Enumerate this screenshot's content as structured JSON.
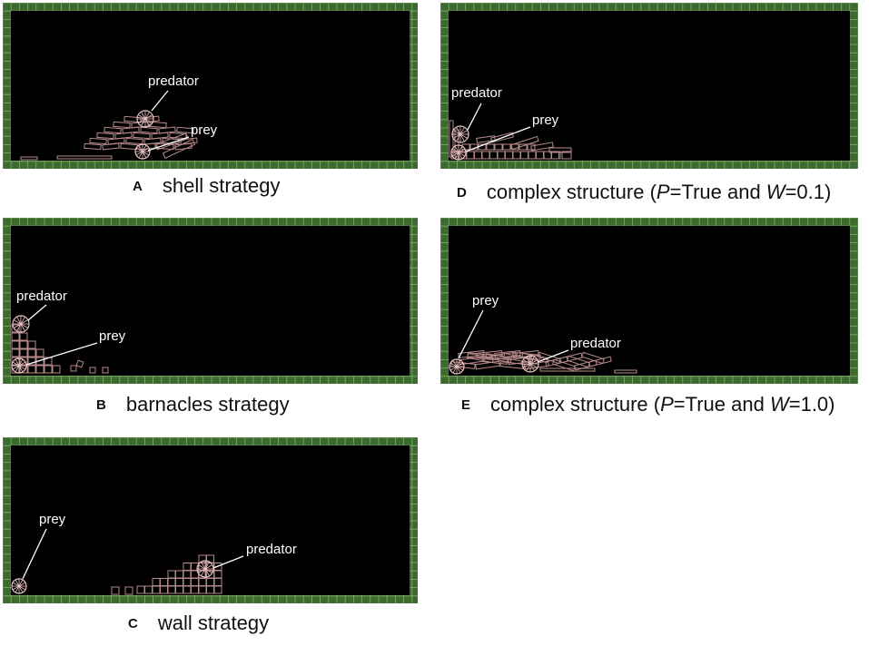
{
  "colors": {
    "border": "#3d6b2f",
    "grid": "#7fb069",
    "field": "#000000",
    "block": "#b88a8a",
    "agent": "#e8c0c0",
    "label": "#ffffff"
  },
  "panels": [
    {
      "id": "A",
      "letter": "A",
      "caption": "shell strategy",
      "labels": [
        {
          "text": "predator"
        },
        {
          "text": "prey"
        }
      ]
    },
    {
      "id": "B",
      "letter": "B",
      "caption": "barnacles strategy",
      "labels": [
        {
          "text": "predator"
        },
        {
          "text": "prey"
        }
      ]
    },
    {
      "id": "C",
      "letter": "C",
      "caption": "wall strategy",
      "labels": [
        {
          "text": "prey"
        },
        {
          "text": "predator"
        }
      ]
    },
    {
      "id": "D",
      "letter": "D",
      "caption_prefix": "complex structure (",
      "caption_p": "P",
      "caption_mid": "=True and ",
      "caption_w": "W",
      "caption_suffix": "=0.1)",
      "labels": [
        {
          "text": "predator"
        },
        {
          "text": "prey"
        }
      ]
    },
    {
      "id": "E",
      "letter": "E",
      "caption_prefix": "complex structure (",
      "caption_p": "P",
      "caption_mid": "=True and ",
      "caption_w": "W",
      "caption_suffix": "=1.0)",
      "labels": [
        {
          "text": "prey"
        },
        {
          "text": "predator"
        }
      ]
    }
  ]
}
